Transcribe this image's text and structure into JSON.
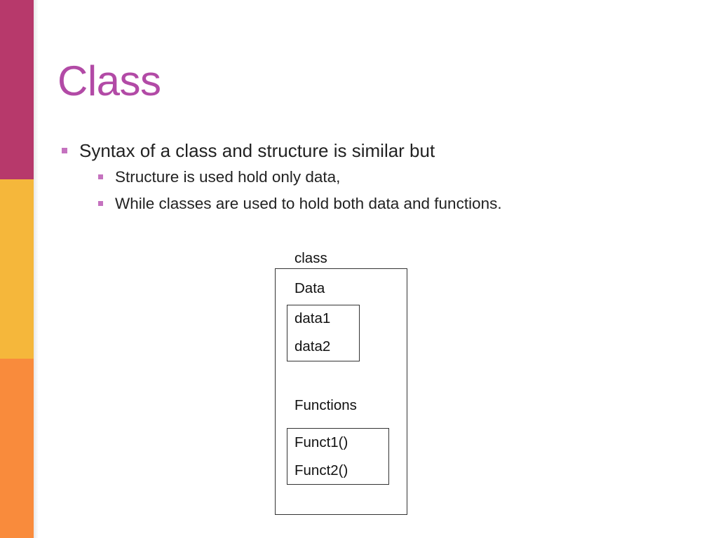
{
  "slide": {
    "title": "Class",
    "bullets": [
      {
        "text": "Syntax of a class and structure is similar but"
      },
      {
        "text": "Structure is used hold  only data,"
      },
      {
        "text": "While classes are used to hold both data and functions."
      }
    ],
    "accent_colors": {
      "band_top": "#b7396b",
      "band_middle": "#f5b73b",
      "band_bottom": "#f98b3c",
      "title": "#b24aa6",
      "bullet_marker": "#c572bf"
    }
  },
  "diagram": {
    "class_label": "class",
    "data_label": "Data",
    "data_items": [
      "data1",
      "data2"
    ],
    "functions_label": "Functions",
    "function_items": [
      "Funct1()",
      "Funct2()"
    ]
  }
}
